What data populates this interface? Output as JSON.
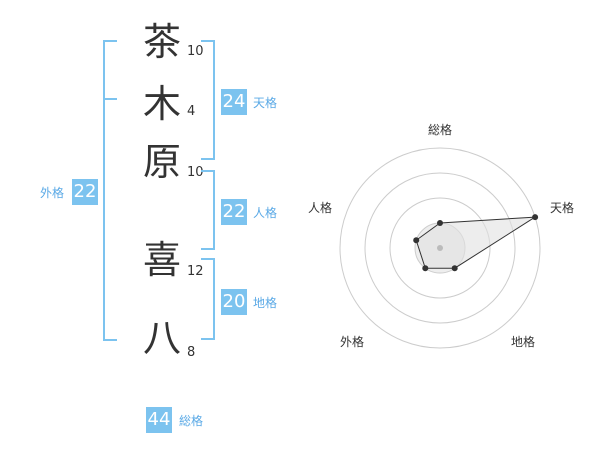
{
  "name": {
    "characters": [
      {
        "char": "茶",
        "strokes": "10"
      },
      {
        "char": "木",
        "strokes": "4"
      },
      {
        "char": "原",
        "strokes": "10"
      },
      {
        "char": "喜",
        "strokes": "12"
      },
      {
        "char": "八",
        "strokes": "8"
      }
    ]
  },
  "fortunes": {
    "tenkaku": {
      "label": "天格",
      "value": "24"
    },
    "jinkaku": {
      "label": "人格",
      "value": "22"
    },
    "chikaku": {
      "label": "地格",
      "value": "20"
    },
    "gaikaku": {
      "label": "外格",
      "value": "22"
    },
    "soukaku": {
      "label": "総格",
      "value": "44"
    }
  },
  "radar": {
    "axes": [
      "総格",
      "天格",
      "地格",
      "外格",
      "人格"
    ],
    "levels": 4,
    "values": [
      1,
      4,
      1,
      1,
      1
    ],
    "colors": {
      "ring": "#cccccc",
      "fill": "#eeeeee",
      "line": "#333333",
      "center": "#bbbbbb"
    }
  },
  "colors": {
    "accent": "#7cc3ef",
    "accent_text": "#5aa9e6"
  }
}
